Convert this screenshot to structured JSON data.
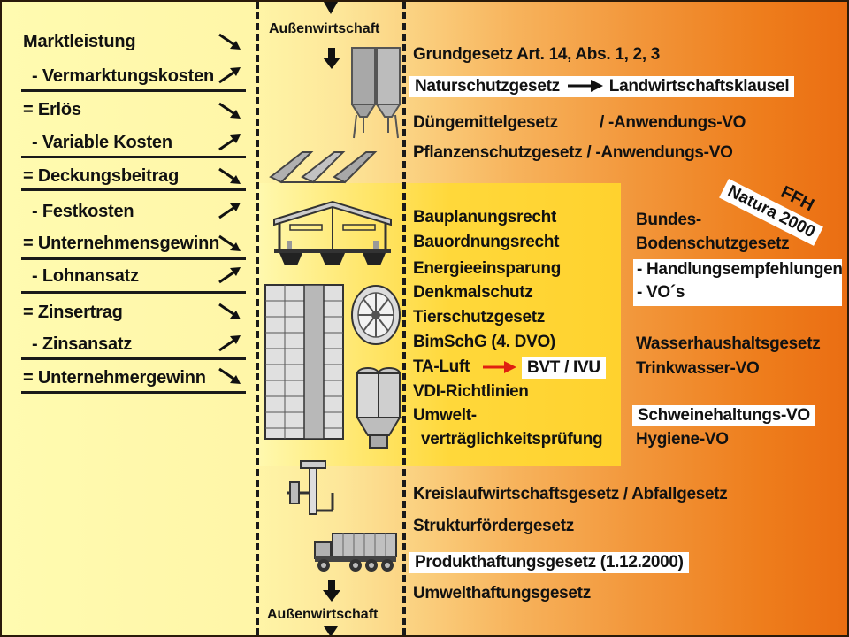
{
  "left_column": {
    "items": [
      {
        "label": "Marktleistung",
        "arrow": "down"
      },
      {
        "label": "- Vermarktungskosten",
        "arrow": "up"
      },
      {
        "label": "= Erlös",
        "arrow": "down"
      },
      {
        "label": "- Variable Kosten",
        "arrow": "up"
      },
      {
        "label": "= Deckungsbeitrag",
        "arrow": "down"
      },
      {
        "label": "- Festkosten",
        "arrow": "up"
      },
      {
        "label": "= Unternehmensgewinn",
        "arrow": "down"
      },
      {
        "label": "- Lohnansatz",
        "arrow": "up"
      },
      {
        "label": "= Zinsertrag",
        "arrow": "down"
      },
      {
        "label": "- Zinsansatz",
        "arrow": "up"
      },
      {
        "label": "= Unternehmergewinn",
        "arrow": "down"
      }
    ]
  },
  "center": {
    "top_label": "Außenwirtschaft",
    "bottom_label": "Außenwirtschaft",
    "icons": [
      "silo-icon",
      "flat-storage-icon",
      "barn-icon",
      "stable-interior-icon",
      "ventilation-fan-icon",
      "exhaust-filter-icon",
      "manure-pump-icon",
      "truck-icon"
    ]
  },
  "laws_general": {
    "grundgesetz": "Grundgesetz Art. 14, Abs. 1, 2, 3",
    "naturschutz": "Naturschutzgesetz",
    "landwirtschaftsklausel": "Landwirtschaftsklausel",
    "duengemittel": "Düngemittelgesetz",
    "duengemittel_vo": "/ -Anwendungs-VO",
    "pflanzenschutz": "Pflanzenschutzgesetz / -Anwendungs-VO"
  },
  "ffh": {
    "line1": "FFH",
    "line2": "Natura 2000"
  },
  "laws_building": {
    "items": [
      "Bauplanungsrecht",
      "Bauordnungsrecht",
      "Energieeinsparung",
      "Denkmalschutz",
      "Tierschutzgesetz",
      "BimSchG (4. DVO)"
    ],
    "ta_luft": "TA-Luft",
    "bvt": "BVT / IVU",
    "vdi": "VDI-Richtlinien",
    "uvp1": "Umwelt-",
    "uvp2": "verträglichkeitsprüfung"
  },
  "laws_right": {
    "boden1": "Bundes-",
    "boden2": "Bodenschutzgesetz",
    "handlung": "- Handlungsempfehlungen",
    "vos": "- VO´s",
    "wasser": "Wasserhaushaltsgesetz",
    "trinkwasser": "Trinkwasser-VO",
    "schwein": "Schweinehaltungs-VO",
    "hygiene": "Hygiene-VO"
  },
  "laws_bottom": {
    "kreislauf": "Kreislaufwirtschaftsgesetz / Abfallgesetz",
    "struktur": "Strukturfördergesetz",
    "produkt": "Produkthaftungsgesetz (1.12.2000)",
    "umwelthaftung": "Umwelthaftungsgesetz"
  },
  "colors": {
    "arrow_red": "#e02010",
    "text": "#111111"
  }
}
